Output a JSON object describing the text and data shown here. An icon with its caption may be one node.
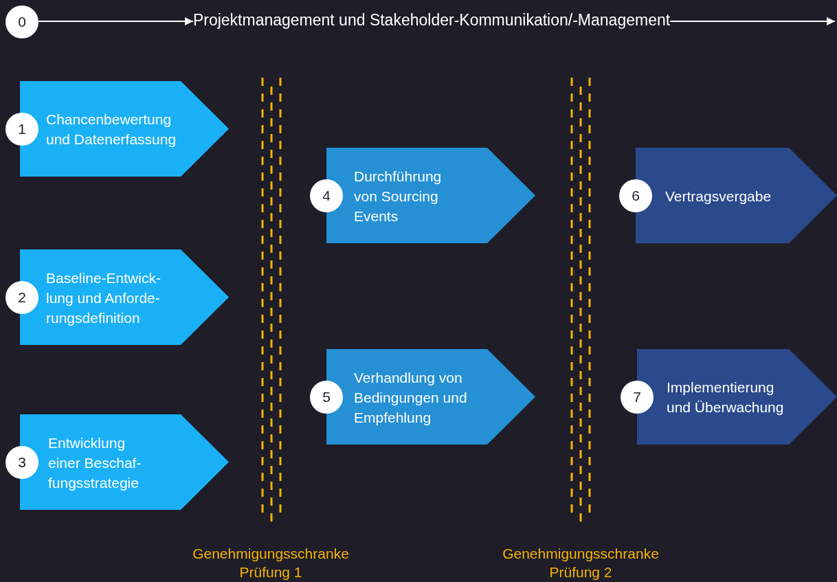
{
  "diagram": {
    "nodes": [
      {
        "text": [
          "0"
        ]
      },
      {
        "text": [
          "Projektmanagement und Stakeholder-Kommunikation/-Management"
        ]
      },
      {
        "text": [
          "1",
          "Chancenbewertung und Datenerfassung"
        ]
      },
      {
        "text": [
          "2",
          "Baseline-Entwick- lung und Anforde- rungsdefinition"
        ]
      },
      {
        "text": [
          "3",
          "Entwicklung einer Beschaf- fungsstrategie"
        ]
      },
      {
        "text": [
          "4",
          "Durchführung von Sourcing Events"
        ]
      },
      {
        "text": [
          "5",
          "Verhandlung von Bedingungen und Empfehlung"
        ]
      },
      {
        "text": [
          "6",
          "Vertragsvergabe"
        ]
      },
      {
        "text": [
          "7",
          "Implementierung und Überwachung"
        ]
      }
    ],
    "edges": [
      {
        "from": 0,
        "to": 1,
        "arrow": "to"
      },
      {
        "from": 1,
        "to": null,
        "arrow": "to"
      }
    ],
    "labels": [
      "Genehmigungsschranke Prüfung 1",
      "Genehmigungsschranke Prüfung 2"
    ]
  }
}
